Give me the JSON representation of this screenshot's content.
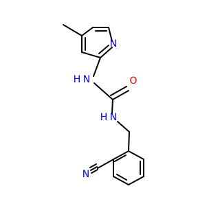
{
  "colors": {
    "bond": "#000000",
    "nitrogen": "#0000ff",
    "oxygen": "#ff0000",
    "background": "#ffffff"
  },
  "atoms": {
    "pyridine_n": "N",
    "urea_nh_top": "N",
    "urea_nh_top_h": "H",
    "carbonyl_o": "O",
    "urea_nh_bottom": "N",
    "urea_nh_bottom_h": "H",
    "nitrile_n": "N"
  }
}
